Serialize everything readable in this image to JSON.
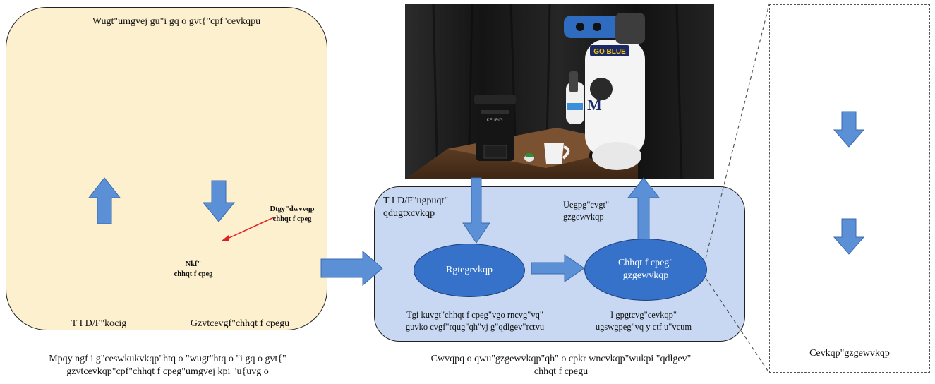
{
  "colors": {
    "left_panel_fill": "#fdf0cf",
    "center_panel_fill": "#c8d8f2",
    "arrow_fill": "#5b8fd6",
    "ellipse_fill": "#3672c9",
    "red_arrow": "#e02020"
  },
  "left_panel": {
    "title": "Wugt\"umgvej gu\"i gq o gvt{\"cpf\"cevkqpu",
    "pointer_label": "Dtgy\"dwvvqp\nchhqt f cpeg",
    "middle_label": "Nkf\"\nchhqt f cpeg",
    "bottom_left_label": "T I D/F\"kocig",
    "bottom_right_label": "Gzvtcevgf\"chhqt f cpegu",
    "caption": "Mpqy ngf i g\"ceswkukvkqp\"htq o \"wugt\"htq o \"i gq o gvt{\"\ngzvtcevkqp\"cpf\"chhqt f cpeg\"umgvej kpi \"u{uvg o"
  },
  "photo": {
    "robot_badge": "GO BLUE",
    "robot_logo": "M",
    "machine_brand": "KEURIG"
  },
  "center_panel": {
    "sensor_label": "T I D/F\"ugpuqt\"\nqdugtxcvkqp",
    "scene_label": "Uegpg\"cvgt\"\ngzgewvkqp",
    "perception_node": "Rgtegrvkqp",
    "execution_node": "Chhqt f cpeg\"\ngzgewvkqp",
    "perception_caption": "Tgi kuvgt\"chhqt f cpeg\"vgo rncvg\"vq\"\nguvko cvgf\"rqug\"qh\"vj g\"qdlgev\"rctvu",
    "execution_caption": "I gpgtcvg\"cevkqp\"\nugswgpeg\"vq y ctf u\"vcum",
    "caption": "Cwvqpq o qwu\"gzgewvkqp\"qh\" o cpkr wncvkqp\"wukpi \"qdlgev\"\nchhqt f cpegu"
  },
  "right_panel": {
    "label": "Cevkqp\"gzgewvkqp"
  }
}
